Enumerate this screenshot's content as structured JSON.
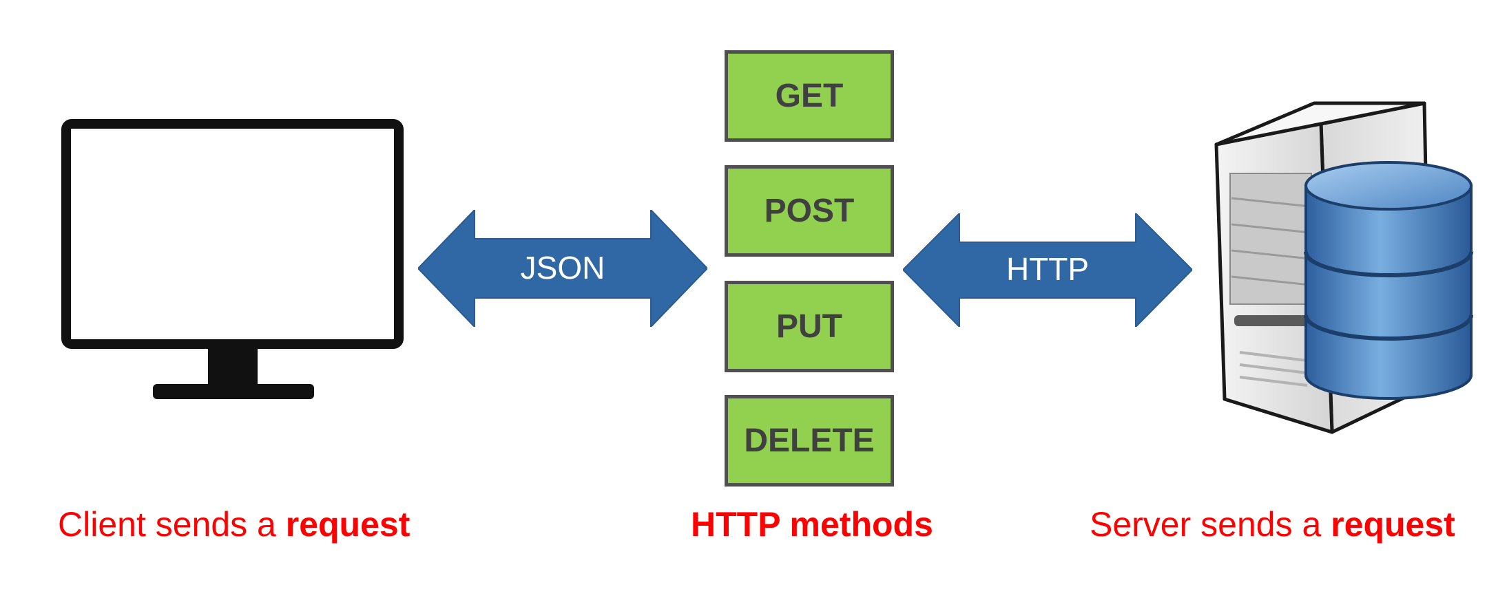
{
  "arrows": {
    "left_label": "JSON",
    "right_label": "HTTP",
    "color": "#2f68a5"
  },
  "methods": {
    "title": "HTTP methods",
    "items": [
      "GET",
      "POST",
      "PUT",
      "DELETE"
    ],
    "box_color": "#92d050",
    "border_color": "#4f4f4f"
  },
  "client": {
    "caption_prefix": "Client sends a ",
    "caption_bold": "request"
  },
  "server": {
    "caption_prefix": "Server sends a ",
    "caption_bold": "request"
  },
  "caption_color": "#ff0000"
}
